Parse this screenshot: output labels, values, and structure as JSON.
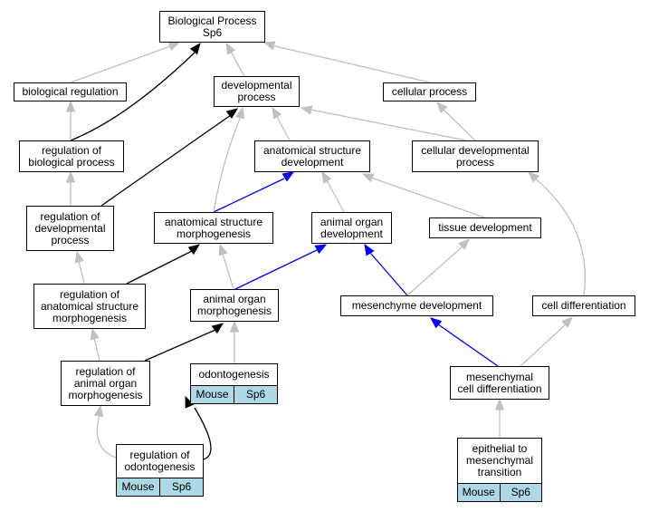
{
  "nodes": {
    "biological_process": "Biological Process\nSp6",
    "biological_regulation": "biological regulation",
    "developmental_process": "developmental\nprocess",
    "cellular_process": "cellular process",
    "regulation_of_biological_process": "regulation of\nbiological process",
    "anatomical_structure_development": "anatomical structure\ndevelopment",
    "cellular_developmental_process": "cellular developmental\nprocess",
    "regulation_of_developmental_process": "regulation of\ndevelopmental\nprocess",
    "anatomical_structure_morphogenesis": "anatomical structure\nmorphogenesis",
    "animal_organ_development": "animal organ\ndevelopment",
    "tissue_development": "tissue development",
    "regulation_of_anatomical_structure_morphogenesis": "regulation of\nanatomical structure\nmorphogenesis",
    "animal_organ_morphogenesis": "animal organ\nmorphogenesis",
    "mesenchyme_development": "mesenchyme development",
    "cell_differentiation": "cell differentiation",
    "regulation_of_animal_organ_morphogenesis": "regulation of\nanimal organ\nmorphogenesis",
    "odontogenesis": "odontogenesis",
    "mesenchymal_cell_differentiation": "mesenchymal\ncell differentiation",
    "regulation_of_odontogenesis": "regulation of\nodontogenesis",
    "epithelial_to_mesenchymal_transition": "epithelial to\nmesenchymal\ntransition"
  },
  "annotations": {
    "odontogenesis": [
      "Mouse",
      "Sp6"
    ],
    "regulation_of_odontogenesis": [
      "Mouse",
      "Sp6"
    ],
    "epithelial_to_mesenchymal_transition": [
      "Mouse",
      "Sp6"
    ]
  },
  "edge_colors": {
    "is_a": "#c0c0c0",
    "regulates": "#000000",
    "part_of": "#0000ff"
  }
}
